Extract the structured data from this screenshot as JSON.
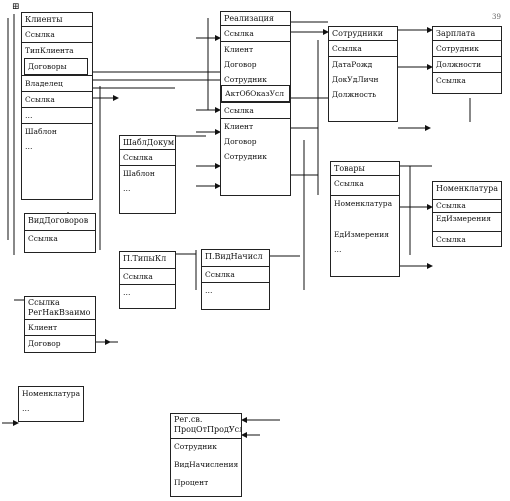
{
  "page_number": "39",
  "corner_icon": "table-plus-icon",
  "entities": {
    "klienty": {
      "title": "Клиенты",
      "rows": [
        "Ссылка",
        "ТипКлиента",
        "Договоры",
        "Владелец",
        "Ссылка",
        "…",
        "Шаблон",
        "…"
      ]
    },
    "realizaciya": {
      "title": "Реализация",
      "rows": [
        "Ссылка",
        "Клиент",
        "Договор",
        "Сотрудник",
        "АктОбОказУсл",
        "Ссылка",
        "Клиент",
        "Договор",
        "Сотрудник"
      ]
    },
    "sotrudniki": {
      "title": "Сотрудники",
      "rows": [
        "Ссылка",
        "ДатаРожд",
        "ДокУдЛичн",
        "Должность"
      ]
    },
    "zarplata": {
      "title": "Зарплата",
      "rows": [
        "Сотрудник",
        "Должности",
        "Ссылка"
      ]
    },
    "shablDokum": {
      "title": "ШаблДокум",
      "rows": [
        "Ссылка",
        "Шаблон",
        "…"
      ]
    },
    "tovary": {
      "title": "Товары",
      "rows": [
        "Ссылка",
        "Номенклатура",
        "ЕдИзмерения",
        "…"
      ]
    },
    "nomenklatura_r": {
      "title": "Номенклатура",
      "rows": [
        "Ссылка",
        "ЕдИзмерения",
        "Ссылка"
      ]
    },
    "vidDogovorov": {
      "title": "ВидДоговоров",
      "rows": [
        "Ссылка"
      ]
    },
    "pTipyKl": {
      "title": "П.ТипыКл",
      "rows": [
        "Ссылка",
        "…"
      ]
    },
    "pVidNachisl": {
      "title": "П.ВидНачисл",
      "rows": [
        "Ссылка",
        "…"
      ]
    },
    "regNak": {
      "title": "Ссылка РегНакВзаимо расчеты",
      "rows": [
        "Клиент",
        "Договор"
      ]
    },
    "nomenklatura_b": {
      "title": "Номенклатура",
      "rows": [
        "…"
      ]
    },
    "regSv": {
      "title": "Рег.св. ПроцОтПродУсл",
      "rows": [
        "Сотрудник",
        "ВидНачисления",
        "Процент"
      ]
    }
  }
}
